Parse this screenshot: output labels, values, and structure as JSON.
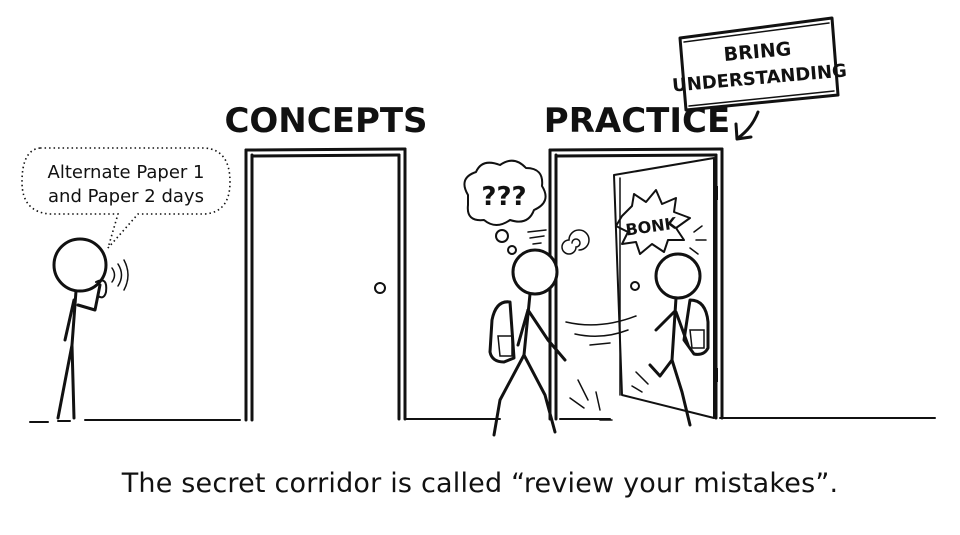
{
  "labels": {
    "door_left": "CONCEPTS",
    "door_right": "PRACTICE",
    "sign_line1": "BRING",
    "sign_line2": "UNDERSTANDING",
    "speech_line1": "Alternate Paper 1",
    "speech_line2": "and Paper 2 days",
    "thought": "???",
    "bonk": "BONK"
  },
  "caption": "The secret corridor is called “review your mistakes”."
}
